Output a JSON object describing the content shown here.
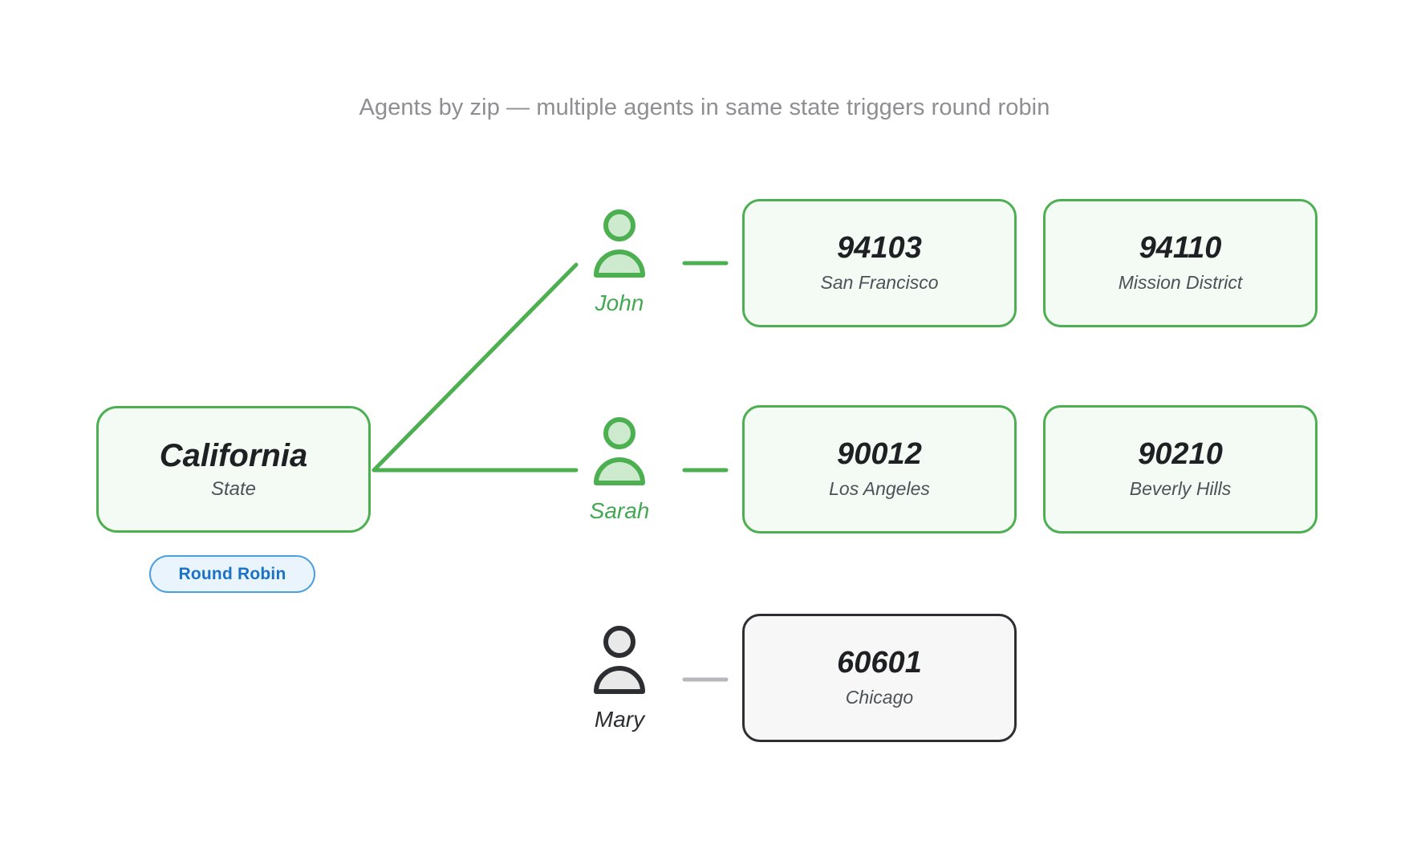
{
  "diagram": {
    "title": "Agents by zip — multiple agents in same state triggers round robin",
    "colors": {
      "active_stroke": "#4caf50",
      "active_fill": "#f3fbf4",
      "active_text": "#42a852",
      "inactive_stroke": "#2c2e32",
      "inactive_fill": "#f7f7f8",
      "badge_border": "#4a9fe0",
      "badge_fill": "#e9f4fd",
      "badge_text": "#1c72c4",
      "title_text": "#8e8e93",
      "inactive_edge": "#b8b8bc"
    },
    "state_node": {
      "name": "California",
      "subtitle": "State",
      "badge": "Round Robin",
      "icon": "state-node-icon"
    },
    "agents": [
      {
        "id": "john",
        "name": "John",
        "icon": "person-icon",
        "status": "active",
        "zips": [
          {
            "zip": "94103",
            "city": "San Francisco",
            "status": "active"
          },
          {
            "zip": "94110",
            "city": "Mission District",
            "status": "active"
          }
        ]
      },
      {
        "id": "sarah",
        "name": "Sarah",
        "icon": "person-icon",
        "status": "active",
        "zips": [
          {
            "zip": "90012",
            "city": "Los Angeles",
            "status": "active"
          },
          {
            "zip": "90210",
            "city": "Beverly Hills",
            "status": "active"
          }
        ]
      },
      {
        "id": "mary",
        "name": "Mary",
        "icon": "person-icon",
        "status": "inactive",
        "zips": [
          {
            "zip": "60601",
            "city": "Chicago",
            "status": "inactive"
          }
        ]
      }
    ]
  }
}
